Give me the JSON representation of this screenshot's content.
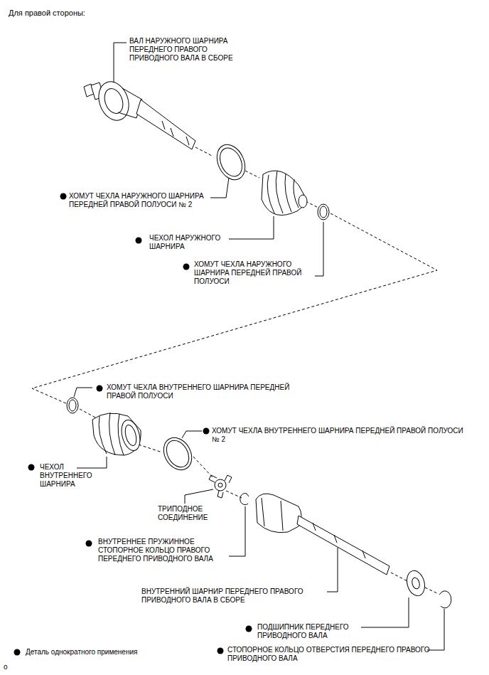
{
  "diagram": {
    "title": "Для правой стороны:",
    "labels": [
      "ВАЛ НАРУЖНОГО ШАРНИРА ПЕРЕДНЕГО ПРАВОГО ПРИВОДНОГО ВАЛА В СБОРЕ",
      "ХОМУТ ЧЕХЛА НАРУЖНОГО ШАРНИРА ПЕРЕДНЕЙ ПРАВОЙ ПОЛУОСИ № 2",
      "ЧЕХОЛ НАРУЖНОГО ШАРНИРА",
      "ХОМУТ ЧЕХЛА НАРУЖНОГО ШАРНИРА ПЕРЕДНЕЙ ПРАВОЙ ПОЛУОСИ",
      "ХОМУТ ЧЕХЛА ВНУТРЕННЕГО ШАРНИРА ПЕРЕДНЕЙ ПРАВОЙ ПОЛУОСИ",
      "ХОМУТ ЧЕХЛА ВНУТРЕННЕГО ШАРНИРА ПЕРЕДНЕЙ ПРАВОЙ ПОЛУОСИ № 2",
      "ЧЕХОЛ ВНУТРЕННЕГО ШАРНИРА",
      "ТРИПОДНОЕ СОЕДИНЕНИЕ",
      "ВНУТРЕННЕЕ ПРУЖИННОЕ СТОПОРНОЕ КОЛЬЦО ПРАВОГО ПЕРЕДНЕГО ПРИВОДНОГО ВАЛА",
      "ВНУТРЕННИЙ ШАРНИР ПЕРЕДНЕГО ПРАВОГО ПРИВОДНОГО ВАЛА В СБОРЕ",
      "ПОДШИПНИК ПЕРЕДНЕГО ПРИВОДНОГО ВАЛА",
      "СТОПОРНОЕ КОЛЬЦО ОТВЕРСТИЯ ПЕРЕДНЕГО ПРАВОГО ПРИВОДНОГО ВАЛА",
      "o"
    ],
    "legend": [
      {
        "text": "Деталь однократного применения"
      }
    ]
  }
}
